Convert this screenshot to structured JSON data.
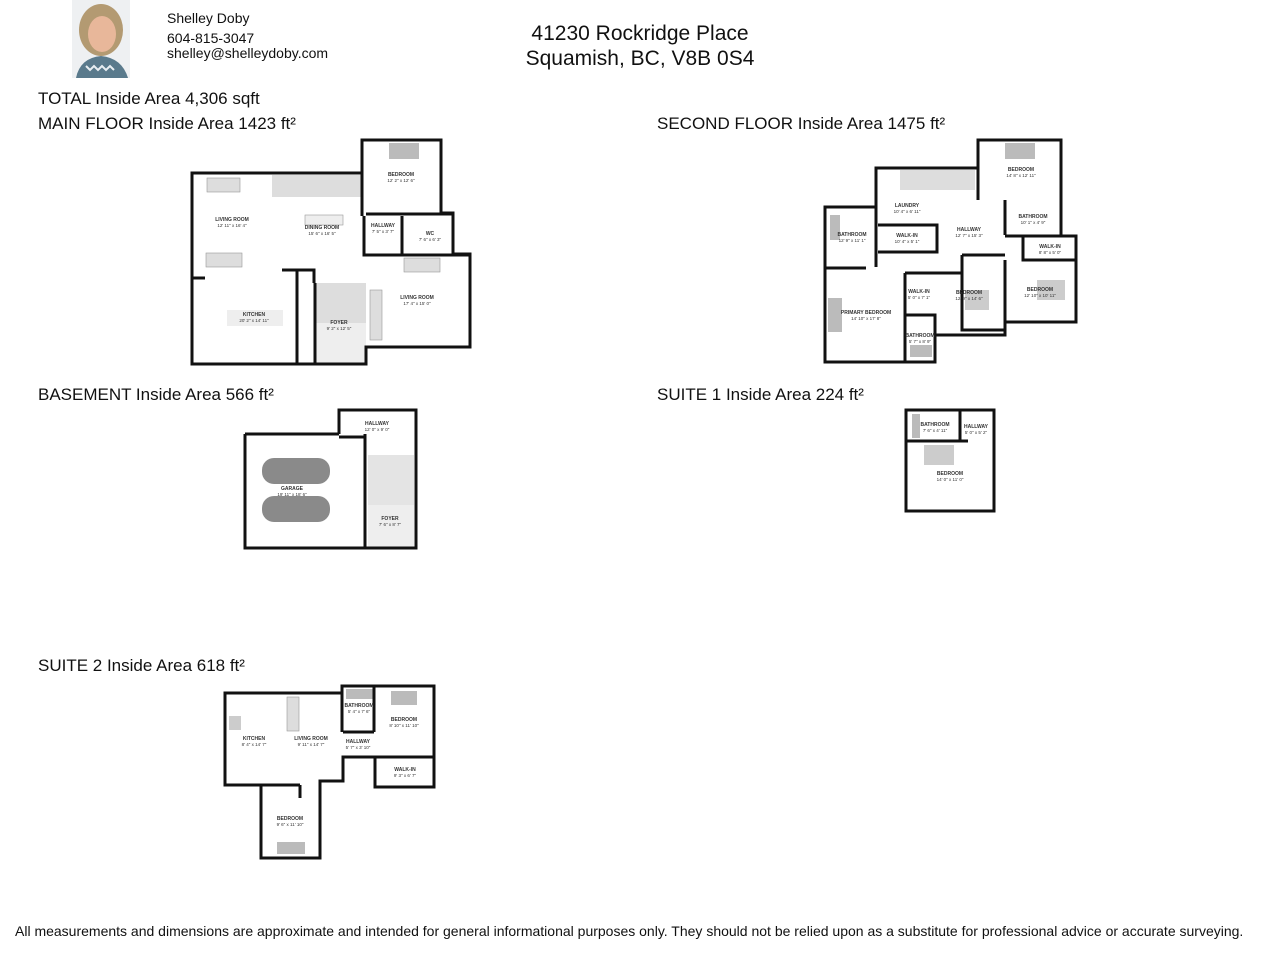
{
  "agent": {
    "name": "Shelley Doby",
    "phone": "604-815-3047",
    "email": "shelley@shelleydoby.com",
    "photo_icon": "agent-portrait"
  },
  "property": {
    "address_line1": "41230 Rockridge Place",
    "address_line2": "Squamish, BC, V8B 0S4"
  },
  "total_area": "TOTAL Inside Area 4,306 sqft",
  "floors": {
    "main": {
      "heading": "MAIN FLOOR Inside Area 1423 ft²",
      "rooms": [
        {
          "name": "BEDROOM",
          "dim": "12' 2\" x 12' 6\""
        },
        {
          "name": "LIVING ROOM",
          "dim": "12' 11\" x 16' 4\""
        },
        {
          "name": "DINING ROOM",
          "dim": "15' 6\" x 16' 5\""
        },
        {
          "name": "HALLWAY",
          "dim": "7' 5\" x 3' 7\""
        },
        {
          "name": "WC",
          "dim": "7' 6\" x 6' 3\""
        },
        {
          "name": "LIVING ROOM",
          "dim": "17' 4\" x 15' 0\""
        },
        {
          "name": "KITCHEN",
          "dim": "20' 2\" x 14' 11\""
        },
        {
          "name": "FOYER",
          "dim": "9' 2\" x 12' 5\""
        }
      ]
    },
    "second": {
      "heading": "SECOND FLOOR Inside Area 1475 ft²",
      "rooms": [
        {
          "name": "BEDROOM",
          "dim": "14' 8\" x 12' 11\""
        },
        {
          "name": "LAUNDRY",
          "dim": "10' 4\" x 6' 11\""
        },
        {
          "name": "BATHROOM",
          "dim": "12' 9\" x 11' 1\""
        },
        {
          "name": "WALK-IN",
          "dim": "10' 4\" x 5' 1\""
        },
        {
          "name": "HALLWAY",
          "dim": "12' 7\" x 15' 3\""
        },
        {
          "name": "BATHROOM",
          "dim": "10' 1\" x 4' 9\""
        },
        {
          "name": "WALK-IN",
          "dim": "8' 8\" x 5' 0\""
        },
        {
          "name": "BEDROOM",
          "dim": "12' 10\" x 10' 11\""
        },
        {
          "name": "WALK-IN",
          "dim": "5' 0\" x 7' 1\""
        },
        {
          "name": "BEDROOM",
          "dim": "12' 9\" x 14' 6\""
        },
        {
          "name": "PRIMARY BEDROOM",
          "dim": "14' 10\" x 17' 8\""
        },
        {
          "name": "BATHROOM",
          "dim": "5' 7\" x 8' 9\""
        }
      ]
    },
    "basement": {
      "heading": "BASEMENT Inside Area 566 ft²",
      "rooms": [
        {
          "name": "HALLWAY",
          "dim": "12' 0\" x 9' 0\""
        },
        {
          "name": "GARAGE",
          "dim": "19' 11\" x 18' 6\""
        },
        {
          "name": "FOYER",
          "dim": "7' 6\" x 8' 7\""
        }
      ]
    },
    "suite1": {
      "heading": "SUITE 1 Inside Area 224 ft²",
      "rooms": [
        {
          "name": "BATHROOM",
          "dim": "7' 6\" x 4' 11\""
        },
        {
          "name": "HALLWAY",
          "dim": "5' 0\" x 5' 2\""
        },
        {
          "name": "BEDROOM",
          "dim": "14' 0\" x 11' 0\""
        }
      ]
    },
    "suite2": {
      "heading": "SUITE 2 Inside Area 618 ft²",
      "rooms": [
        {
          "name": "KITCHEN",
          "dim": "8' 4\" x 14' 7\""
        },
        {
          "name": "LIVING ROOM",
          "dim": "9' 11\" x 14' 7\""
        },
        {
          "name": "BATHROOM",
          "dim": "5' 4\" x 7' 6\""
        },
        {
          "name": "BEDROOM",
          "dim": "8' 10\" x 11' 10\""
        },
        {
          "name": "HALLWAY",
          "dim": "5' 7\" x 3' 10\""
        },
        {
          "name": "WALK-IN",
          "dim": "9' 3\" x 6' 7\""
        },
        {
          "name": "BEDROOM",
          "dim": "9' 6\" x 11' 10\""
        }
      ]
    }
  },
  "disclaimer": "All measurements and dimensions are approximate and intended for general informational purposes only. They should not be relied upon as a substitute for professional advice or accurate surveying.",
  "colors": {
    "wall": "#111111",
    "fixture": "#d9d9d9",
    "car": "#8a8a8a"
  }
}
